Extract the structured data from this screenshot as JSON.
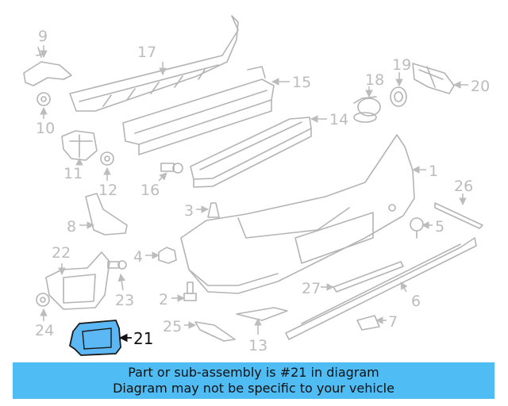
{
  "diagram": {
    "callouts": [
      "1",
      "2",
      "3",
      "4",
      "5",
      "6",
      "7",
      "8",
      "9",
      "10",
      "11",
      "12",
      "13",
      "14",
      "15",
      "16",
      "17",
      "18",
      "19",
      "20",
      "21",
      "22",
      "23",
      "24",
      "25",
      "26",
      "27"
    ],
    "highlighted_part": "21",
    "highlight_color": "#5bb8f5",
    "line_color": "#bcbcbc"
  },
  "banner": {
    "line1": "Part or sub-assembly is #21 in diagram",
    "line2": "Diagram may not be specific to your vehicle",
    "background": "#4fbcf3"
  }
}
